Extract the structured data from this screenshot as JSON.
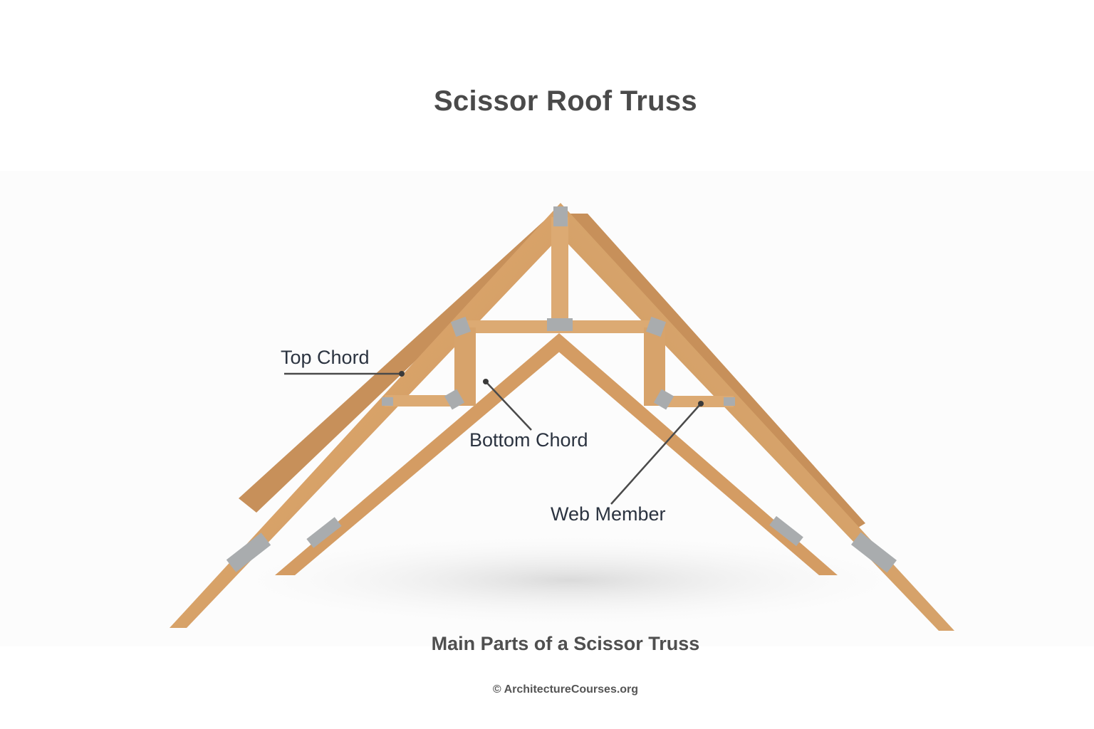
{
  "title": "Scissor Roof Truss",
  "labels": {
    "top_chord": "Top Chord",
    "bottom_chord": "Bottom Chord",
    "web_member": "Web Member"
  },
  "caption": "Main Parts of a Scissor Truss",
  "credit": "© ArchitectureCourses.org",
  "colors": {
    "wood": "#d9a36a",
    "wood_dark": "#b9814a",
    "plate": "#a9acae",
    "leader": "#4a4a4a",
    "title": "#4a4a4a"
  }
}
